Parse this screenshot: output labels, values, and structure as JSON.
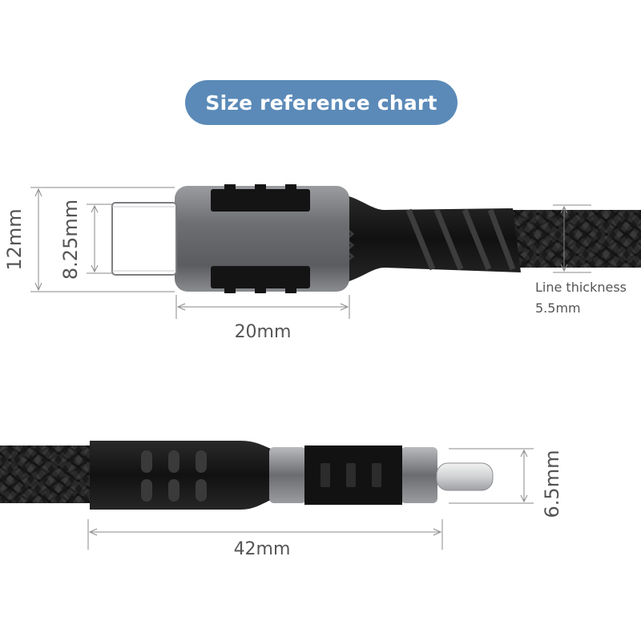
{
  "title": "Size reference chart",
  "measurements": {
    "total_height": "12mm",
    "connector_height": "8.25mm",
    "housing_length": "20mm",
    "line_thickness_label": "Line thickness",
    "line_thickness_value": "5.5mm",
    "angled_height": "6.5mm",
    "angled_length": "42mm"
  },
  "colors": {
    "title_pill": "#5b8ab8",
    "metal": "#6d6f72",
    "rubber": "#161616",
    "dimension_line": "#8a8a8a"
  }
}
